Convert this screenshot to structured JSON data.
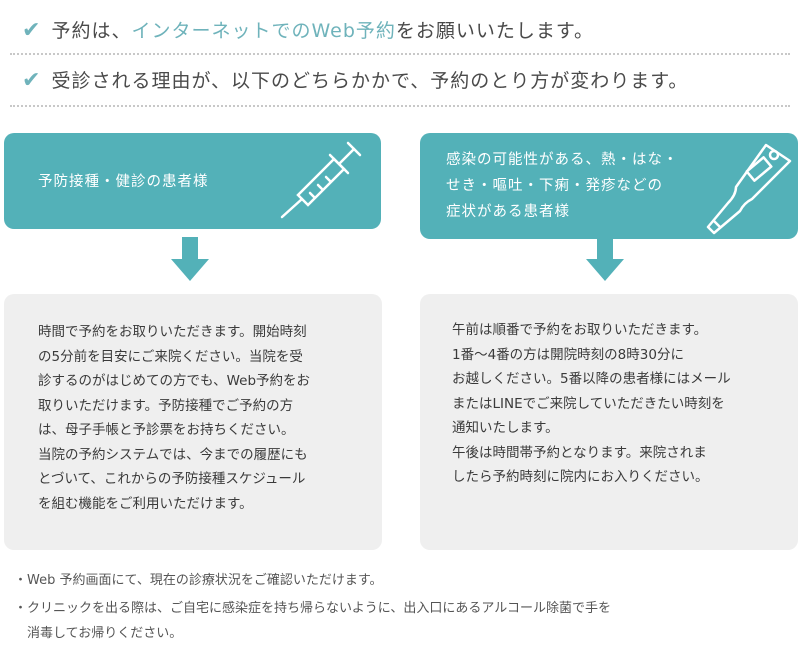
{
  "headlines": [
    {
      "pre": "予約は、",
      "accent": "インターネットでのWeb予約",
      "post": "をお願いいたします。"
    },
    {
      "pre": "受診される理由が、以下のどちらかかで、予約のとり方が変わります。",
      "accent": "",
      "post": ""
    }
  ],
  "left": {
    "title": "予防接種・健診の患者様",
    "icon": "syringe-icon",
    "body": "時間で予約をお取りいただきます。開始時刻\nの5分前を目安にご来院ください。当院を受\n診するのがはじめての方でも、Web予約をお\n取りいただけます。予防接種でご予約の方\nは、母子手帳と予診票をお持ちください。\n当院の予約システムでは、今までの履歴にも\nとづいて、これからの予防接種スケジュール\nを組む機能をご利用いただけます。"
  },
  "right": {
    "title": "感染の可能性がある、熱・はな・\nせき・嘔吐・下痢・発疹などの\n症状がある患者様",
    "icon": "thermometer-icon",
    "body": "午前は順番で予約をお取りいただきます。\n1番～4番の方は開院時刻の8時30分に\nお越しください。5番以降の患者様にはメール\nまたはLINEでご来院していただきたい時刻を\n通知いたします。\n午後は時間帯予約となります。来院されま\nしたら予約時刻に院内にお入りください。"
  },
  "notes": [
    "・Web 予約画面にて、現在の診療状況をご確認いただけます。",
    "・クリニックを出る際は、ご自宅に感染症を持ち帰らないように、出入口にあるアルコール除菌で手を\n　消毒してお帰りください。"
  ],
  "colors": {
    "teal": "#53b1b8",
    "accent": "#6fb3bb",
    "panel": "#efefef"
  }
}
